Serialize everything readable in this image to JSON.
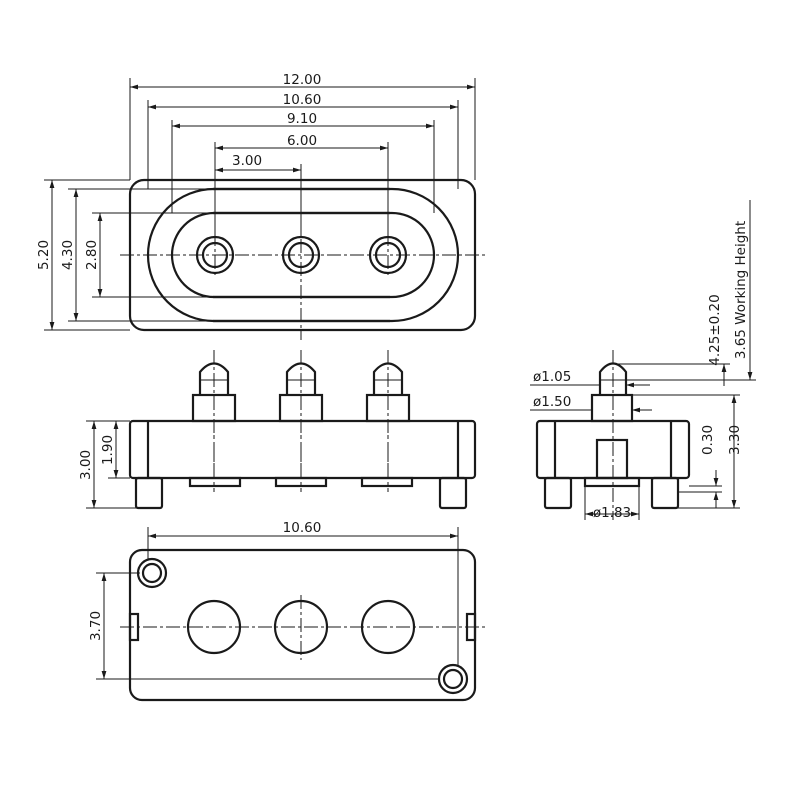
{
  "diagram": {
    "top_view": {
      "dims": {
        "overall_width": "12.00",
        "outer_slot_width": "10.60",
        "inner_slot_width": "9.10",
        "outer_pin_pitch": "6.00",
        "pin_pitch": "3.00",
        "overall_height": "5.20",
        "outer_slot_height": "4.30",
        "inner_slot_height": "2.80"
      }
    },
    "front_view": {
      "dims": {
        "body_total_height": "3.00",
        "body_upper_height": "1.90"
      }
    },
    "side_view": {
      "dims": {
        "tip_diameter": "ø1.05",
        "plunger_diameter": "ø1.50",
        "post_diameter": "ø1.83",
        "post_offset": "0.30",
        "body_height": "3.30",
        "free_height": "4.25±0.20",
        "working_height": "3.65  Working  Height"
      }
    },
    "bottom_view": {
      "dims": {
        "slot_width": "10.60",
        "pocket_height": "3.70"
      }
    }
  }
}
